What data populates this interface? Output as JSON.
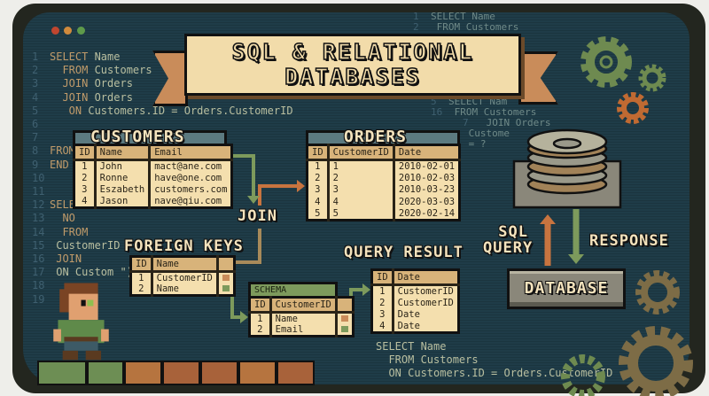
{
  "title": {
    "line1": "SQL & RELATIONAL",
    "line2": "DATABASES"
  },
  "window_dots": [
    "#c0462f",
    "#d08a3c",
    "#5e9a4a"
  ],
  "colors": {
    "screen": "#1f3c48",
    "cream": "#f4dfae",
    "orange": "#c8743f",
    "green": "#7d9a5c",
    "frame": "#23261f"
  },
  "code_left": [
    {
      "n": "1",
      "kw": "SELECT",
      "rest": " Name"
    },
    {
      "n": "2",
      "kw": "  FROM",
      "rest": " Customers"
    },
    {
      "n": "3",
      "kw": "  JOIN",
      "rest": " Orders"
    },
    {
      "n": "4",
      "kw": "  JOIN",
      "rest": " Orders"
    },
    {
      "n": "5",
      "kw": "   ON",
      "rest": " Customers.ID = Orders.CustomerID"
    },
    {
      "n": "6",
      "kw": "",
      "rest": ""
    },
    {
      "n": "7",
      "kw": "",
      "rest": ""
    },
    {
      "n": "8",
      "kw": "FROM",
      "rest": ""
    },
    {
      "n": "9",
      "kw": "END",
      "rest": ""
    },
    {
      "n": "10",
      "kw": "",
      "rest": ""
    },
    {
      "n": "11",
      "kw": "",
      "rest": ""
    },
    {
      "n": "12",
      "kw": "SELE",
      "rest": ""
    },
    {
      "n": "13",
      "kw": "  NO",
      "rest": ""
    },
    {
      "n": "14",
      "kw": "  FROM",
      "rest": ""
    },
    {
      "n": "15",
      "kw": "",
      "rest": "    CustomerID"
    },
    {
      "n": "16",
      "kw": "    JOIN",
      "rest": ""
    },
    {
      "n": "17",
      "kw": "",
      "rest": "    ON Custom                \")"
    },
    {
      "n": "18",
      "kw": "",
      "rest": ""
    },
    {
      "n": "19",
      "kw": "",
      "rest": ""
    }
  ],
  "code_right": [
    {
      "n": "1",
      "text": "SELECT Name"
    },
    {
      "n": "2",
      "text": "  FROM Customers"
    },
    {
      "n": "5",
      "text": "SELECT Nam"
    },
    {
      "n": "16",
      "text": " FROM Customers"
    },
    {
      "n": "7",
      "text": " JOIN  Orders"
    },
    {
      "n": "",
      "text": "       Custome"
    },
    {
      "n": "",
      "text": "  = ?"
    }
  ],
  "code_bottom": [
    "SELECT Name",
    "  FROM Customers",
    "  ON Customers.ID = Orders.CustomerID"
  ],
  "customers": {
    "title": "CUSTOMERS",
    "headers": [
      "ID",
      "Name",
      "Email"
    ],
    "rows": [
      [
        "1",
        "John",
        "mact@ane.com"
      ],
      [
        "2",
        "Ronne",
        "have@one.com"
      ],
      [
        "3",
        "Eszabeth",
        "customers.com"
      ],
      [
        "4",
        "Jason",
        "nave@qiu.com"
      ]
    ]
  },
  "orders": {
    "title": "ORDERS",
    "headers": [
      "ID",
      "CustomerID",
      "Date"
    ],
    "rows": [
      [
        "1",
        "1",
        "2010-02-01"
      ],
      [
        "2",
        "2",
        "2010-02-03"
      ],
      [
        "3",
        "3",
        "2010-03-23"
      ],
      [
        "4",
        "4",
        "2020-03-03"
      ],
      [
        "5",
        "5",
        "2020-02-14"
      ]
    ]
  },
  "join_label": "JOIN",
  "foreign_keys": {
    "title": "FOREIGN KEYS",
    "headers": [
      "ID",
      "Name"
    ],
    "rows": [
      [
        "1",
        "CustomerID"
      ],
      [
        "2",
        "Name"
      ]
    ]
  },
  "schema": {
    "title": "SCHEMA",
    "headers": [
      "ID",
      "CustomerID"
    ],
    "rows": [
      [
        "1",
        "Name"
      ],
      [
        "2",
        "Email"
      ]
    ]
  },
  "query_result": {
    "title": "QUERY RESULT",
    "headers": [
      "ID",
      "Date"
    ],
    "rows": [
      [
        "1",
        "CustomerID"
      ],
      [
        "2",
        "CustomerID"
      ],
      [
        "3",
        "Date"
      ],
      [
        "4",
        "Date"
      ]
    ]
  },
  "sql_query_label": {
    "line1": "SQL",
    "line2": "QUERY"
  },
  "response_label": "RESPONSE",
  "database_label": "DATABASE"
}
